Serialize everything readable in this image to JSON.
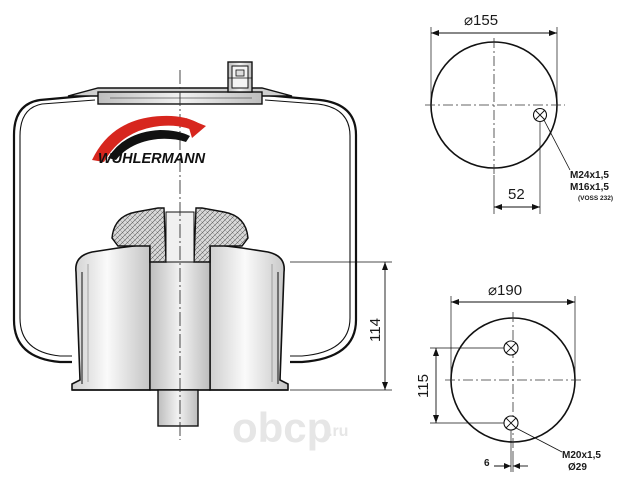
{
  "brand": {
    "name": "WUHLERMANN",
    "swoosh_color": "#d7261e"
  },
  "watermark": {
    "text": "obcp",
    "suffix": ".ru"
  },
  "side_view": {
    "height_label": "114"
  },
  "top_plate": {
    "diameter_label": "⌀155",
    "offset_label": "52",
    "thread_line1": "M24x1,5",
    "thread_line2": "M16x1,5",
    "thread_note": "(VOSS 232)"
  },
  "bottom_plate": {
    "diameter_label": "⌀190",
    "spacing_label": "115",
    "offset_label": "6",
    "thread_line1": "M20x1,5",
    "thread_line2": "Ø29"
  }
}
